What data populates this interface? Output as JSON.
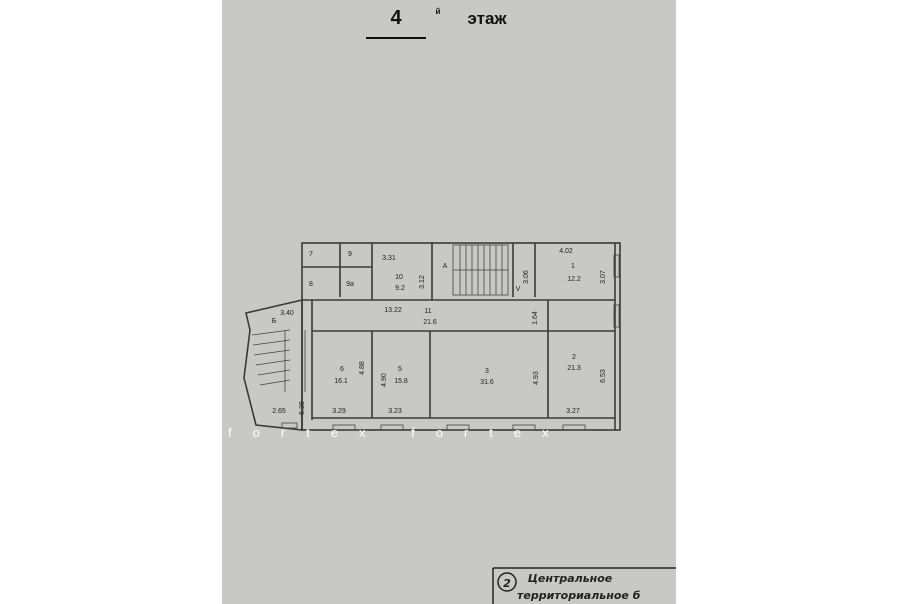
{
  "header": {
    "floor_number": "4",
    "floor_suffix": "й",
    "floor_word": "этаж"
  },
  "rooms": {
    "r7": "7",
    "r9": "9",
    "d331": "3.31",
    "r8": "8",
    "r9a": "9а",
    "r10": "10",
    "a10": "9.2",
    "d312": "3.12",
    "stairA": "А",
    "d306": "3.06",
    "markV": "V",
    "d402": "4.02",
    "r1": "1",
    "a1": "12.2",
    "d307": "3.07",
    "d340": "3.40",
    "stairB": "Б",
    "d1322": "13.22",
    "r11": "11",
    "a11": "21.6",
    "d164": "1.64",
    "r6": "6",
    "a6": "16.1",
    "d488": "4.88",
    "d490": "4.90",
    "r5": "5",
    "a5": "15.8",
    "r3": "3",
    "a3": "31.6",
    "d493": "4.93",
    "r2": "2",
    "a2": "21.3",
    "d653": "6.53",
    "d265": "2.65",
    "d638": "6.38",
    "d329": "3.29",
    "d323": "3.23",
    "d327": "3.27"
  },
  "watermark": "fortex fortex",
  "stamp": {
    "number": "2",
    "line1": "Центральное",
    "line2": "территориальное б"
  }
}
